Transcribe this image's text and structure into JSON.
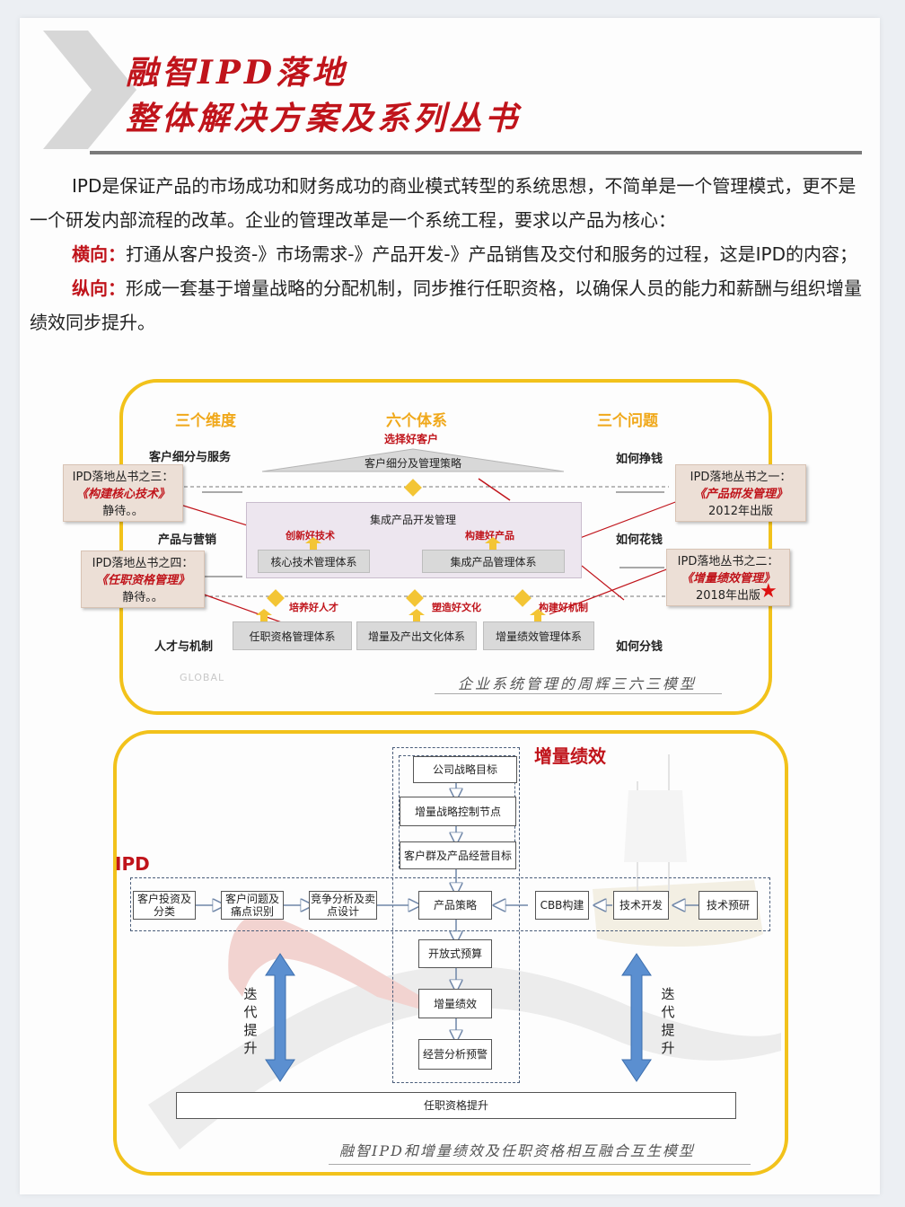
{
  "header": {
    "title_line1": "融智IPD落地",
    "title_line2": "整体解决方案及系列丛书"
  },
  "intro": {
    "para1": "IPD是保证产品的市场成功和财务成功的商业模式转型的系统思想，不简单是一个管理模式，更不是一个研发内部流程的改革。企业的管理改革是一个系统工程，要求以产品为核心：",
    "horizontal_label": "横向：",
    "horizontal_text": "打通从客户投资-》市场需求-》产品开发-》产品销售及交付和服务的过程，这是IPD的内容；",
    "vertical_label": "纵向：",
    "vertical_text": "形成一套基于增量战略的分配机制，同步推行任职资格，以确保人员的能力和薪酬与组织增量绩效同步提升。"
  },
  "model1": {
    "col_left": "三个维度",
    "col_mid": "六个体系",
    "col_right": "三个问题",
    "top_red": "选择好客户",
    "top_roof": "客户细分及管理策略",
    "left_rows": [
      "客户细分与服务",
      "产品与营销",
      "人才与机制"
    ],
    "right_rows": [
      "如何挣钱",
      "如何花钱",
      "如何分钱"
    ],
    "center_title": "集成产品开发管理",
    "red_labels": {
      "innovate": "创新好技术",
      "build_product": "构建好产品",
      "talent": "培养好人才",
      "culture": "塑造好文化",
      "mechanism": "构建好机制"
    },
    "systems_mid": [
      "核心技术管理体系",
      "集成产品管理体系"
    ],
    "systems_bottom": [
      "任职资格管理体系",
      "增量及产出文化体系",
      "增量绩效管理体系"
    ],
    "notes": {
      "n3": {
        "line1": "IPD落地丛书之三：",
        "book": "《构建核心技术》",
        "line3": "静待。。"
      },
      "n4": {
        "line1": "IPD落地丛书之四：",
        "book": "《任职资格管理》",
        "line3": "静待。。"
      },
      "n1": {
        "line1": "IPD落地丛书之一：",
        "book": "《产品研发管理》",
        "line3": "2012年出版"
      },
      "n2": {
        "line1": "IPD落地丛书之二：",
        "book": "《增量绩效管理》",
        "line3": "2018年出版"
      }
    },
    "watermark": "GLOBAL",
    "caption": "企业系统管理的周辉三六三模型"
  },
  "model2": {
    "label_perf": "增量绩效",
    "label_ipd": "IPD",
    "vertical_chain": [
      "公司战略目标",
      "增量战略控制节点",
      "客户群及产品经营目标",
      "产品策略",
      "开放式预算",
      "增量绩效",
      "经营分析预警"
    ],
    "left_chain": [
      "客户投资及分类",
      "客户问题及痛点识别",
      "竞争分析及卖点设计"
    ],
    "right_chain": [
      "CBB构建",
      "技术开发",
      "技术预研"
    ],
    "iterate_text": "迭代提升",
    "bottom_bar": "任职资格提升",
    "caption": "融智IPD和增量绩效及任职资格相互融合互生模型"
  },
  "colors": {
    "accent_red": "#c0141b",
    "frame_yellow": "#f2c21b",
    "arrow_blue": "#5b8fd0"
  }
}
